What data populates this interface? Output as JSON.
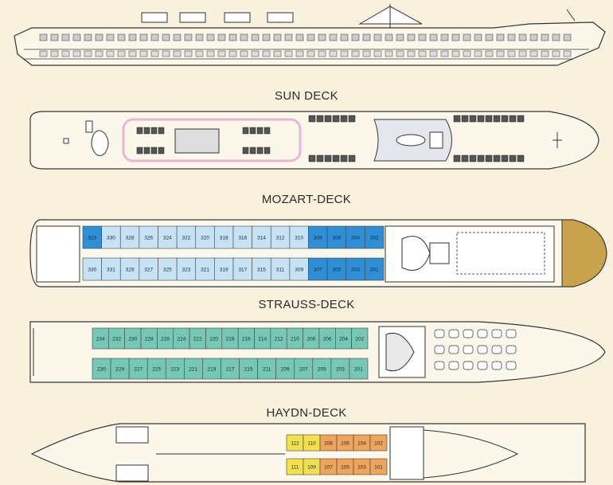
{
  "decks": [
    {
      "id": "sun",
      "title": "SUN DECK"
    },
    {
      "id": "mozart",
      "title": "MOZART-DECK",
      "top_row": [
        "323",
        "330",
        "328",
        "326",
        "324",
        "322",
        "320",
        "318",
        "316",
        "314",
        "312",
        "310",
        "308",
        "306",
        "304",
        "302"
      ],
      "bottom_row": [
        "330",
        "331",
        "329",
        "327",
        "325",
        "323",
        "321",
        "319",
        "317",
        "315",
        "311",
        "309",
        "307",
        "305",
        "303",
        "301"
      ]
    },
    {
      "id": "strauss",
      "title": "STRAUSS-DECK",
      "top_row": [
        "234",
        "232",
        "230",
        "228",
        "226",
        "224",
        "222",
        "220",
        "218",
        "216",
        "214",
        "212",
        "210",
        "208",
        "206",
        "204",
        "202"
      ],
      "bottom_row": [
        "230",
        "229",
        "227",
        "225",
        "223",
        "221",
        "219",
        "217",
        "215",
        "211",
        "209",
        "207",
        "205",
        "203",
        "201"
      ]
    },
    {
      "id": "haydn",
      "title": "HAYDN-DECK",
      "top_row": [
        "112",
        "110",
        "108",
        "106",
        "104",
        "102"
      ],
      "bottom_row": [
        "111",
        "109",
        "107",
        "105",
        "103",
        "101"
      ]
    }
  ],
  "colors": {
    "background": "#f8f1dd",
    "light_blue": "#c7e2f4",
    "mid_blue": "#3d9ad8",
    "deep_blue": "#2f8fd6",
    "teal": "#76c8b5",
    "yellow": "#f2e04f",
    "orange": "#f0a35a",
    "gold": "#c9a24e",
    "pink": "#e8b6d8"
  }
}
